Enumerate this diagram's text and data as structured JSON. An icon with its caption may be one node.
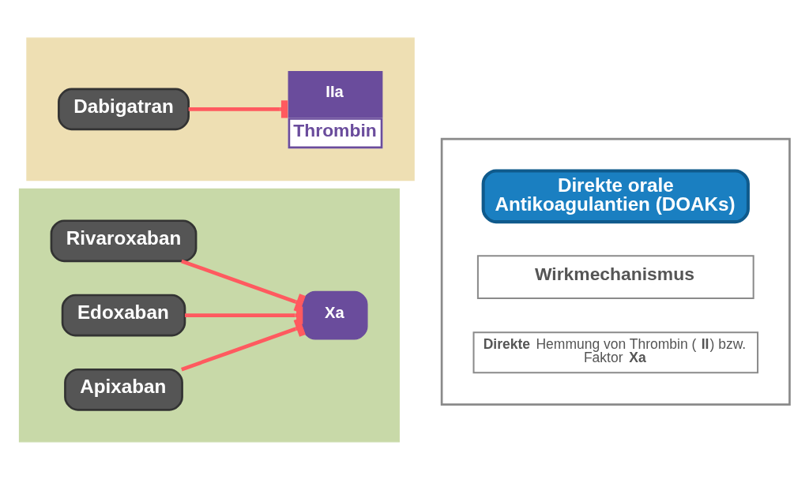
{
  "diagram": {
    "nodes": [
      {
        "text": [],
        "shape": "box"
      },
      {
        "text": [
          "Dabigatran"
        ],
        "in": 0
      },
      {
        "text": [
          "IIa"
        ],
        "beside": [
          "Thrombin"
        ],
        "in": 0
      },
      {
        "text": [],
        "shape": "box"
      },
      {
        "text": [
          "Rivaroxaban"
        ],
        "in": 3
      },
      {
        "text": [
          "Edoxaban"
        ],
        "in": 3
      },
      {
        "text": [
          "Apixaban"
        ],
        "in": 3
      },
      {
        "text": [
          "Xa"
        ],
        "in": 3
      },
      {
        "text": [],
        "shape": "box"
      },
      {
        "text": [
          "Direkte orale Antikoagulantien (DOAKs)"
        ],
        "in": 8
      },
      {
        "text": [
          "Wirkmechanismus"
        ],
        "in": 8
      },
      {
        "text": [
          "**Direkte** Hemmung von Thrombin (**II**) bzw. Faktor **Xa**"
        ],
        "in": 8
      }
    ],
    "edges": [
      {
        "from": 1,
        "to": 2,
        "arrow": "other"
      },
      {
        "from": 4,
        "to": 7,
        "arrow": "other"
      },
      {
        "from": 5,
        "to": 7,
        "arrow": "other"
      },
      {
        "from": 6,
        "to": 7,
        "arrow": "other"
      }
    ]
  }
}
